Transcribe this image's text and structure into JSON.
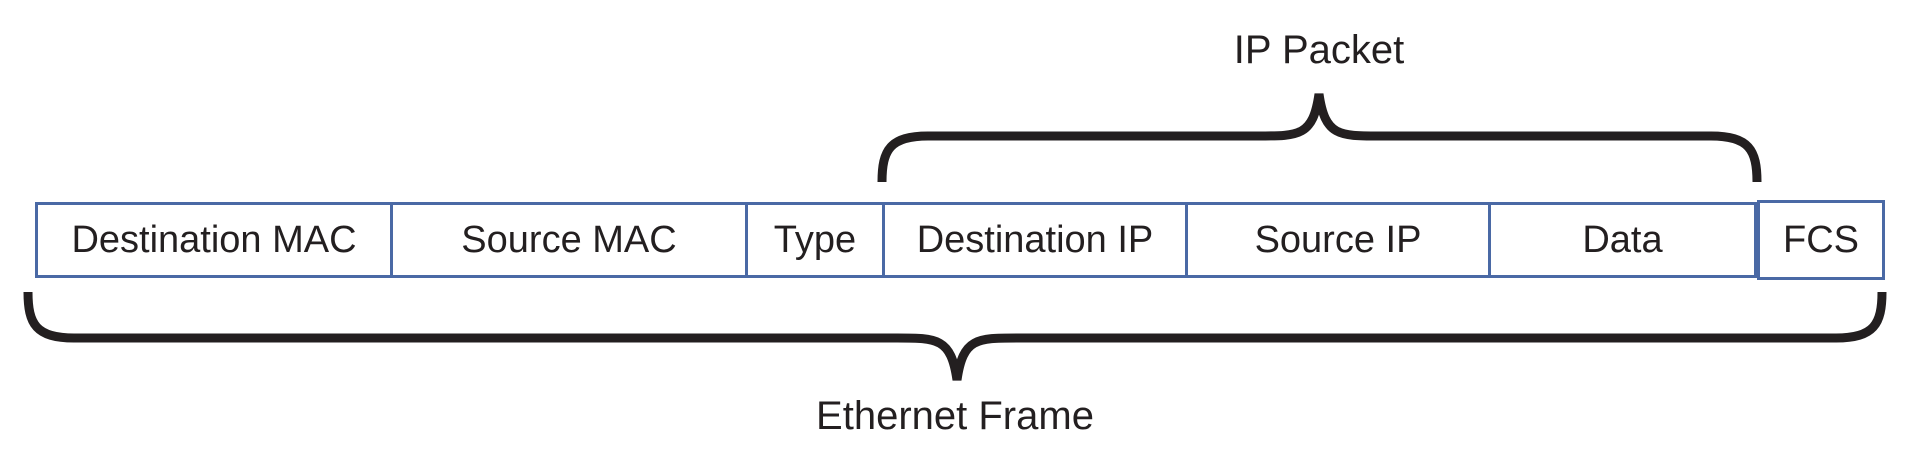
{
  "colors": {
    "frame_border_blue": "#4a69a5",
    "ink_black": "#231f20",
    "background": "#ffffff"
  },
  "fields": [
    {
      "label": "Destination MAC"
    },
    {
      "label": "Source MAC"
    },
    {
      "label": "Type"
    },
    {
      "label": "Destination IP"
    },
    {
      "label": "Source IP"
    },
    {
      "label": "Data"
    },
    {
      "label": "FCS"
    }
  ],
  "braces": {
    "top_label": "IP Packet",
    "bottom_label": "Ethernet Frame"
  }
}
